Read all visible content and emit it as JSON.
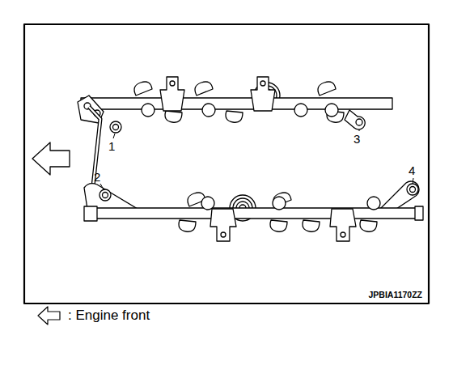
{
  "diagram": {
    "labels": [
      "1",
      "2",
      "3",
      "4",
      "JPBIA1170ZZ"
    ],
    "legend": [
      {
        "text": ": Engine front"
      }
    ]
  }
}
